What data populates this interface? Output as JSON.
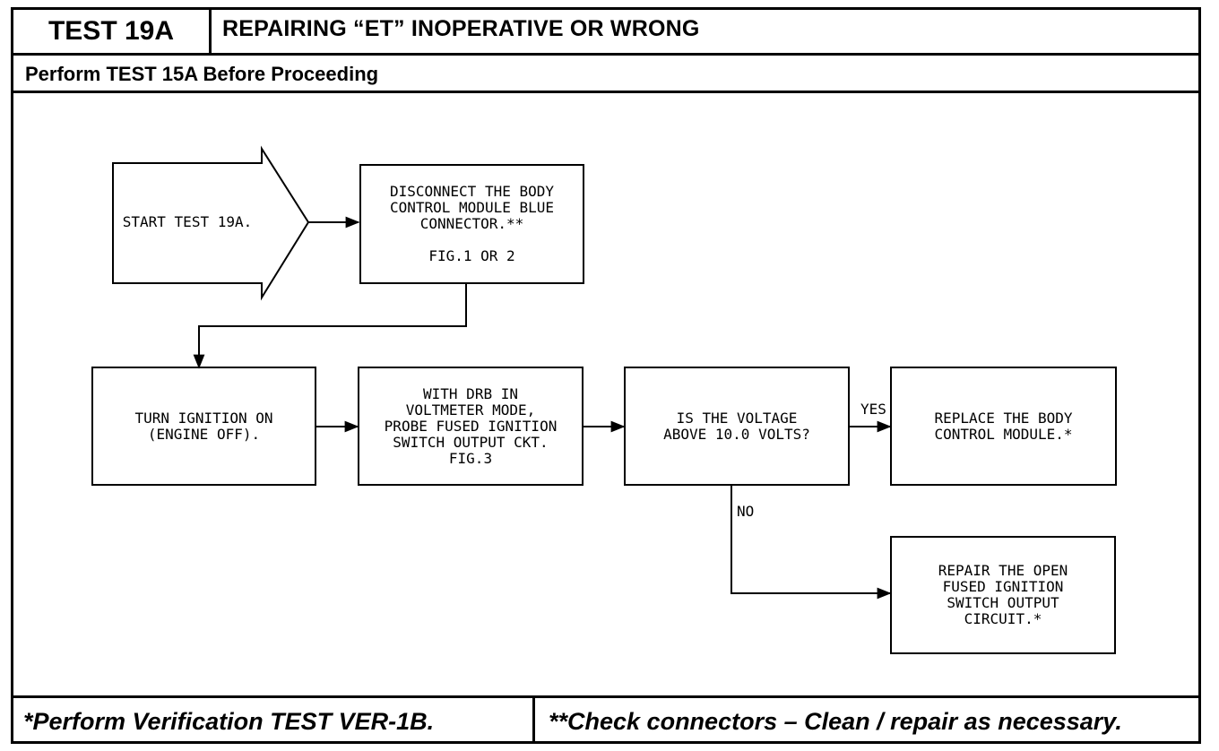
{
  "header": {
    "test_id": "TEST 19A",
    "title": "REPAIRING “ET” INOPERATIVE OR WRONG",
    "prerequisite": "Perform TEST 15A Before Proceeding"
  },
  "flowchart": {
    "start": "START TEST 19A.",
    "disconnect": "DISCONNECT THE BODY\nCONTROL MODULE BLUE\nCONNECTOR.**\n\nFIG.1 OR 2",
    "ignition_on": "TURN IGNITION ON\n(ENGINE OFF).",
    "probe": "WITH DRB IN\nVOLTMETER MODE,\nPROBE FUSED IGNITION\nSWITCH OUTPUT CKT.\nFIG.3",
    "voltage_question": "IS THE VOLTAGE\nABOVE 10.0 VOLTS?",
    "replace_bcm": "REPLACE THE BODY\nCONTROL MODULE.*",
    "repair_open": "REPAIR THE OPEN\nFUSED IGNITION\nSWITCH OUTPUT\nCIRCUIT.*",
    "yes_label": "YES",
    "no_label": "NO"
  },
  "footer": {
    "note_single": "*Perform Verification TEST VER-1B.",
    "note_double": "**Check connectors – Clean / repair as necessary."
  }
}
